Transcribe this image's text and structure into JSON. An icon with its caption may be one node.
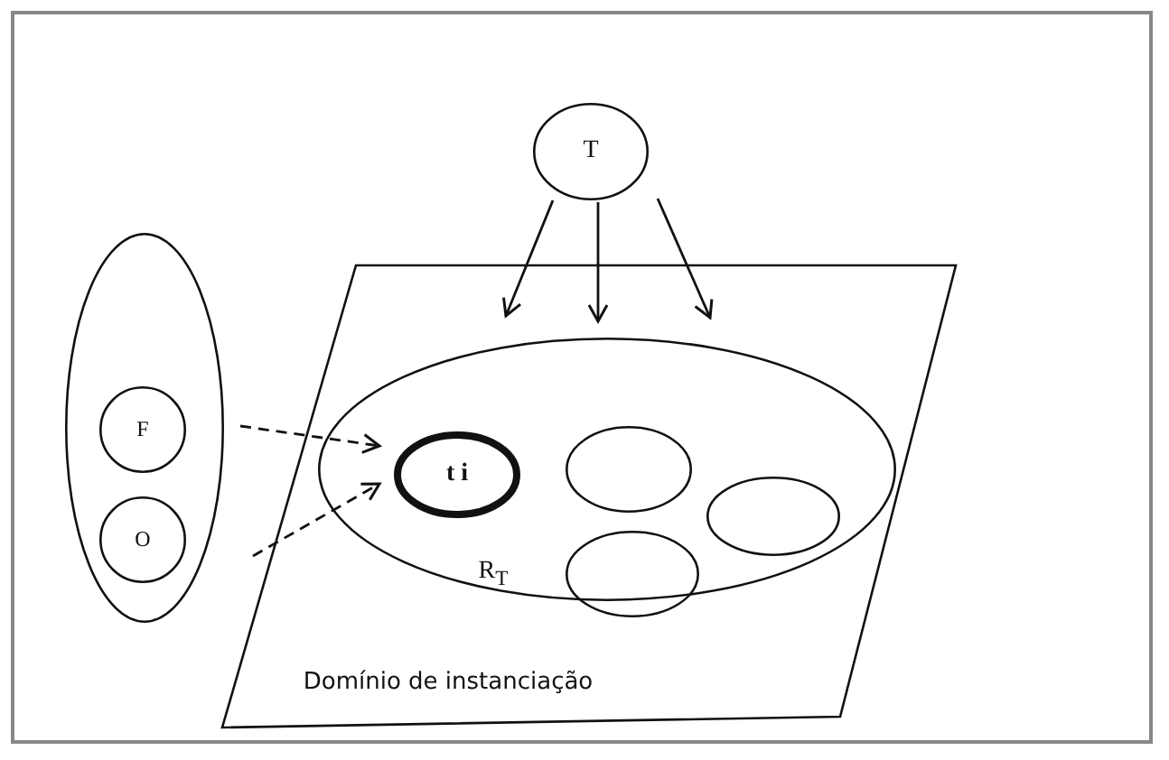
{
  "diagram": {
    "nodes": [
      {
        "text": [
          "T"
        ]
      },
      {
        "text": [
          "Domínio de instanciação"
        ]
      },
      {
        "text": [
          "R$_{T}$"
        ],
        "in": 1
      },
      {
        "text": [
          "t i"
        ],
        "in": 2
      },
      {
        "text": [],
        "shape": "ellipse",
        "in": 2
      },
      {
        "text": [],
        "shape": "ellipse",
        "in": 2
      },
      {
        "text": [],
        "shape": "ellipse",
        "in": 2
      },
      {
        "text": [],
        "shape": "ellipse"
      },
      {
        "text": [
          "F"
        ],
        "in": 7
      },
      {
        "text": [
          "O"
        ],
        "in": 7
      }
    ],
    "edges": [
      {
        "from": 0,
        "to": 1,
        "arrow": "to"
      },
      {
        "from": 0,
        "to": 1,
        "arrow": "to"
      },
      {
        "from": 0,
        "to": 1,
        "arrow": "to"
      },
      {
        "from": 8,
        "to": 3,
        "arrow": "to",
        "style": "dashed"
      },
      {
        "from": 9,
        "to": 3,
        "arrow": "to",
        "style": "dashed"
      }
    ]
  }
}
